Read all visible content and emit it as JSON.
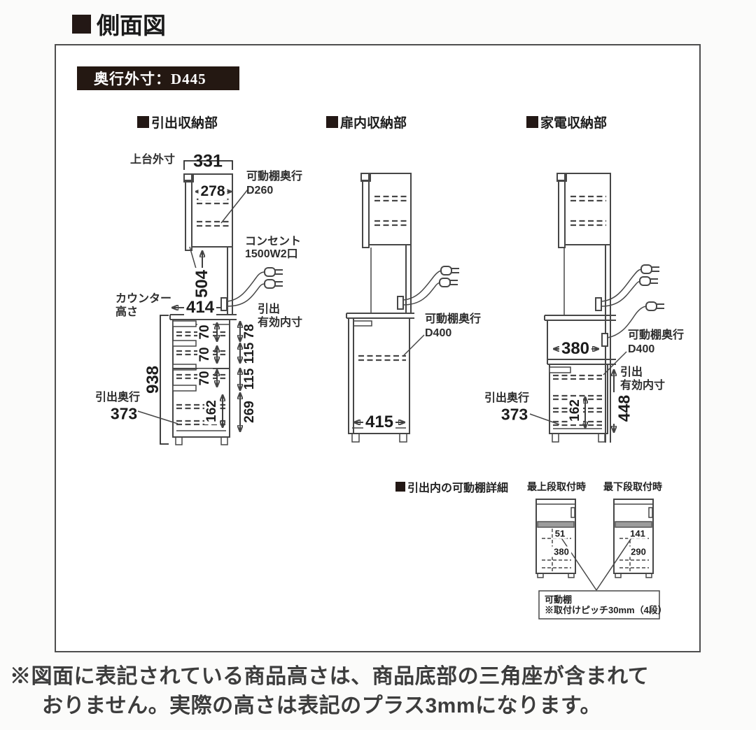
{
  "page": {
    "title": "側面図",
    "note_line1": "※図面に表記されている商品高さは、商品底部の三角座が含まれて",
    "note_line2": "おりません。実際の高さは表記のプラス3mmになります。"
  },
  "overview": {
    "depth_label": "奥行外寸：D445"
  },
  "colors": {
    "ink": "#474747",
    "badge_bg": "#241812",
    "badge_text": "#ffffff",
    "shelf_gray": "#9c9c9c"
  },
  "sections": {
    "drawer": "引出収納部",
    "door": "扉内収納部",
    "appliance": "家電収納部"
  },
  "drawer_unit": {
    "upper_outer_label": "上台外寸",
    "dim_upper_width": "331",
    "dim_upper_inner": "278",
    "shelf_label_1": "可動棚奥行",
    "shelf_label_2": "D260",
    "outlet_label_1": "コンセント",
    "outlet_label_2": "1500W2口",
    "dim_upper_height": "504",
    "counter_label_1": "カウンター",
    "counter_label_2": "高さ",
    "dim_counter_depth": "414",
    "inner_label_1": "引出",
    "inner_label_2": "有効内寸",
    "dim_total_height": "938",
    "drawer_depth_label": "引出奥行",
    "drawer_depth_value": "373",
    "inner_dims": [
      "78",
      "115",
      "115",
      "269"
    ],
    "drawer_heights": [
      "70",
      "70",
      "70",
      "162"
    ]
  },
  "door_unit": {
    "shelf_label_1": "可動棚奥行",
    "shelf_label_2": "D400",
    "dim_inner_width": "415"
  },
  "appliance_unit": {
    "dim_slide_width": "380",
    "shelf_label_1": "可動棚奥行",
    "shelf_label_2": "D400",
    "inner_label_1": "引出",
    "inner_label_2": "有効内寸",
    "dim_drawer_height": "448",
    "dim_inner_height": "162",
    "drawer_depth_label": "引出奥行",
    "drawer_depth_value": "373"
  },
  "detail": {
    "header": "引出内の可動棚詳細",
    "top_mount_label": "最上段取付時",
    "bottom_mount_label": "最下段取付時",
    "top_mount_dims": [
      "51",
      "380"
    ],
    "bottom_mount_dims": [
      "141",
      "290"
    ],
    "note_line1": "可動棚",
    "note_line2": "※取付けピッチ30mm（4段）"
  }
}
